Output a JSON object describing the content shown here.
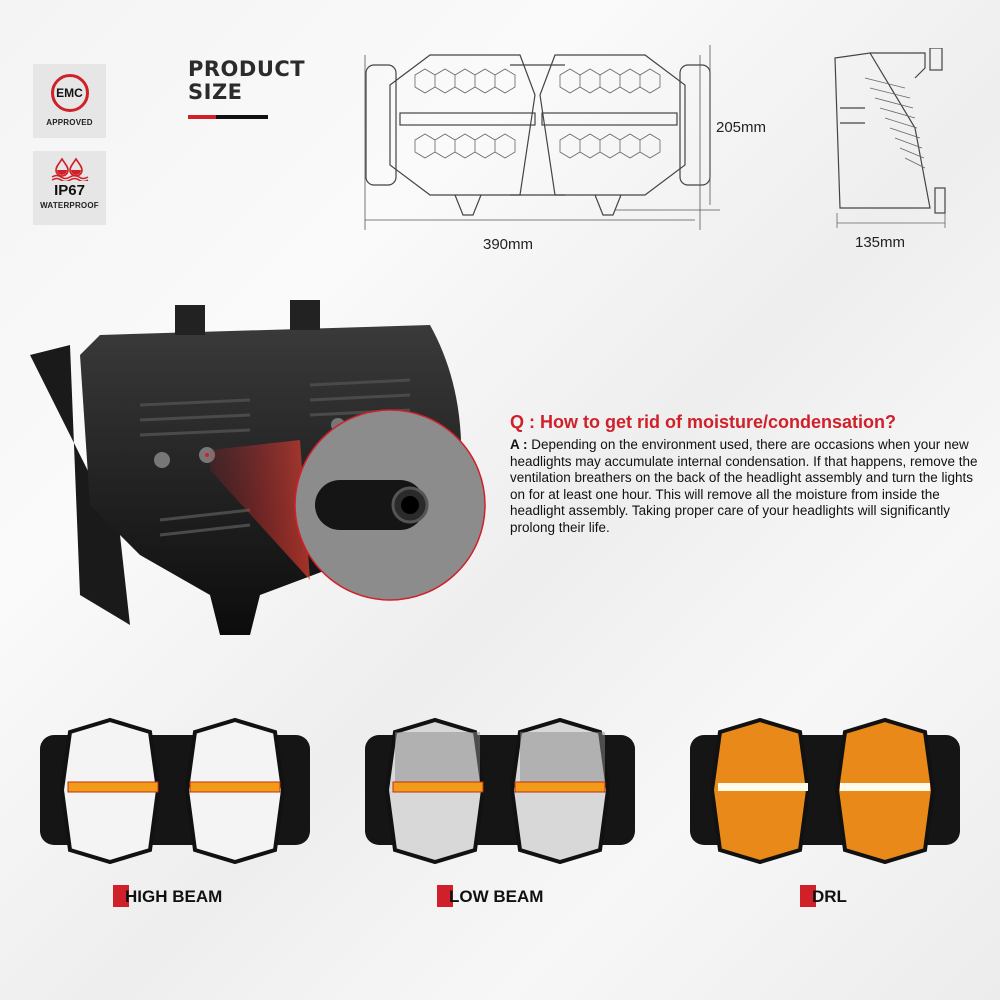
{
  "badges": [
    {
      "icon": "emc-icon",
      "main": "EMC",
      "sub": "APPROVED"
    },
    {
      "icon": "water-drop-icon",
      "main": "IP67",
      "sub": "WATERPROOF"
    }
  ],
  "section_title": {
    "line1": "PRODUCT",
    "line2": "SIZE"
  },
  "dimensions": {
    "width": "390mm",
    "height": "205mm",
    "depth": "135mm"
  },
  "qa": {
    "question": "Q : How to get rid of moisture/condensation?",
    "answer_prefix": "A :",
    "answer": " Depending on the environment used, there are occasions when your new headlights may accumulate internal condensation. If that happens, remove the ventilation breathers on the back of the headlight assembly and turn the lights on for at least one hour. This will remove all the moisture from inside the headlight assembly.  Taking proper care of your headlights will significantly prolong their life."
  },
  "modes": [
    {
      "label": "HIGH BEAM",
      "color": "#ffffff"
    },
    {
      "label": "LOW BEAM",
      "color": "#e8e8e8"
    },
    {
      "label": "DRL",
      "color": "#f39a1a"
    }
  ],
  "colors": {
    "accent": "#d0202a",
    "amber": "#f39a1a"
  }
}
